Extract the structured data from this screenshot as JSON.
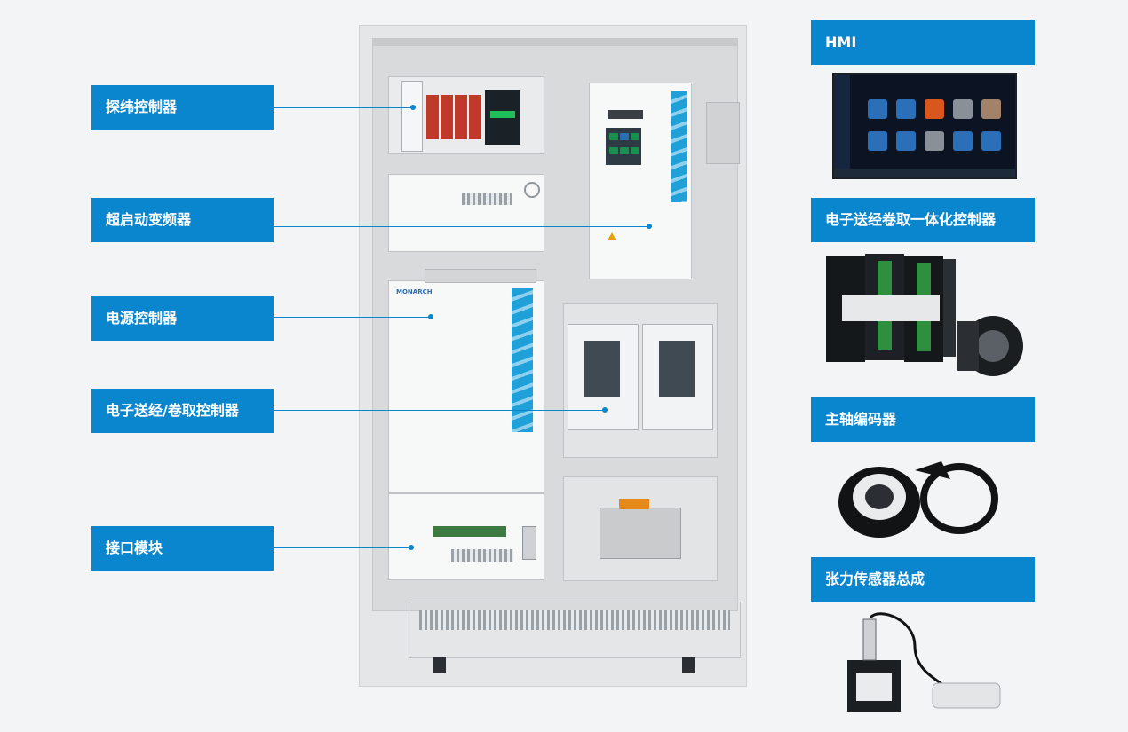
{
  "labels_left": {
    "weft_controller": "探纬控制器",
    "super_start_inverter": "超启动变频器",
    "power_controller": "电源控制器",
    "ect_let_off_take_up_controller": "电子送经/卷取控制器",
    "interface_module": "接口模块"
  },
  "labels_right": {
    "hmi": "HMI",
    "integrated_controller": "电子送经卷取一体化控制器",
    "spindle_encoder": "主轴编码器",
    "tension_sensor_assembly": "张力传感器总成"
  },
  "brand_mark": "MONARCH",
  "colors": {
    "label_bg": "#0a86cf",
    "label_text": "#ffffff",
    "page_bg": "#f2f4f6"
  }
}
